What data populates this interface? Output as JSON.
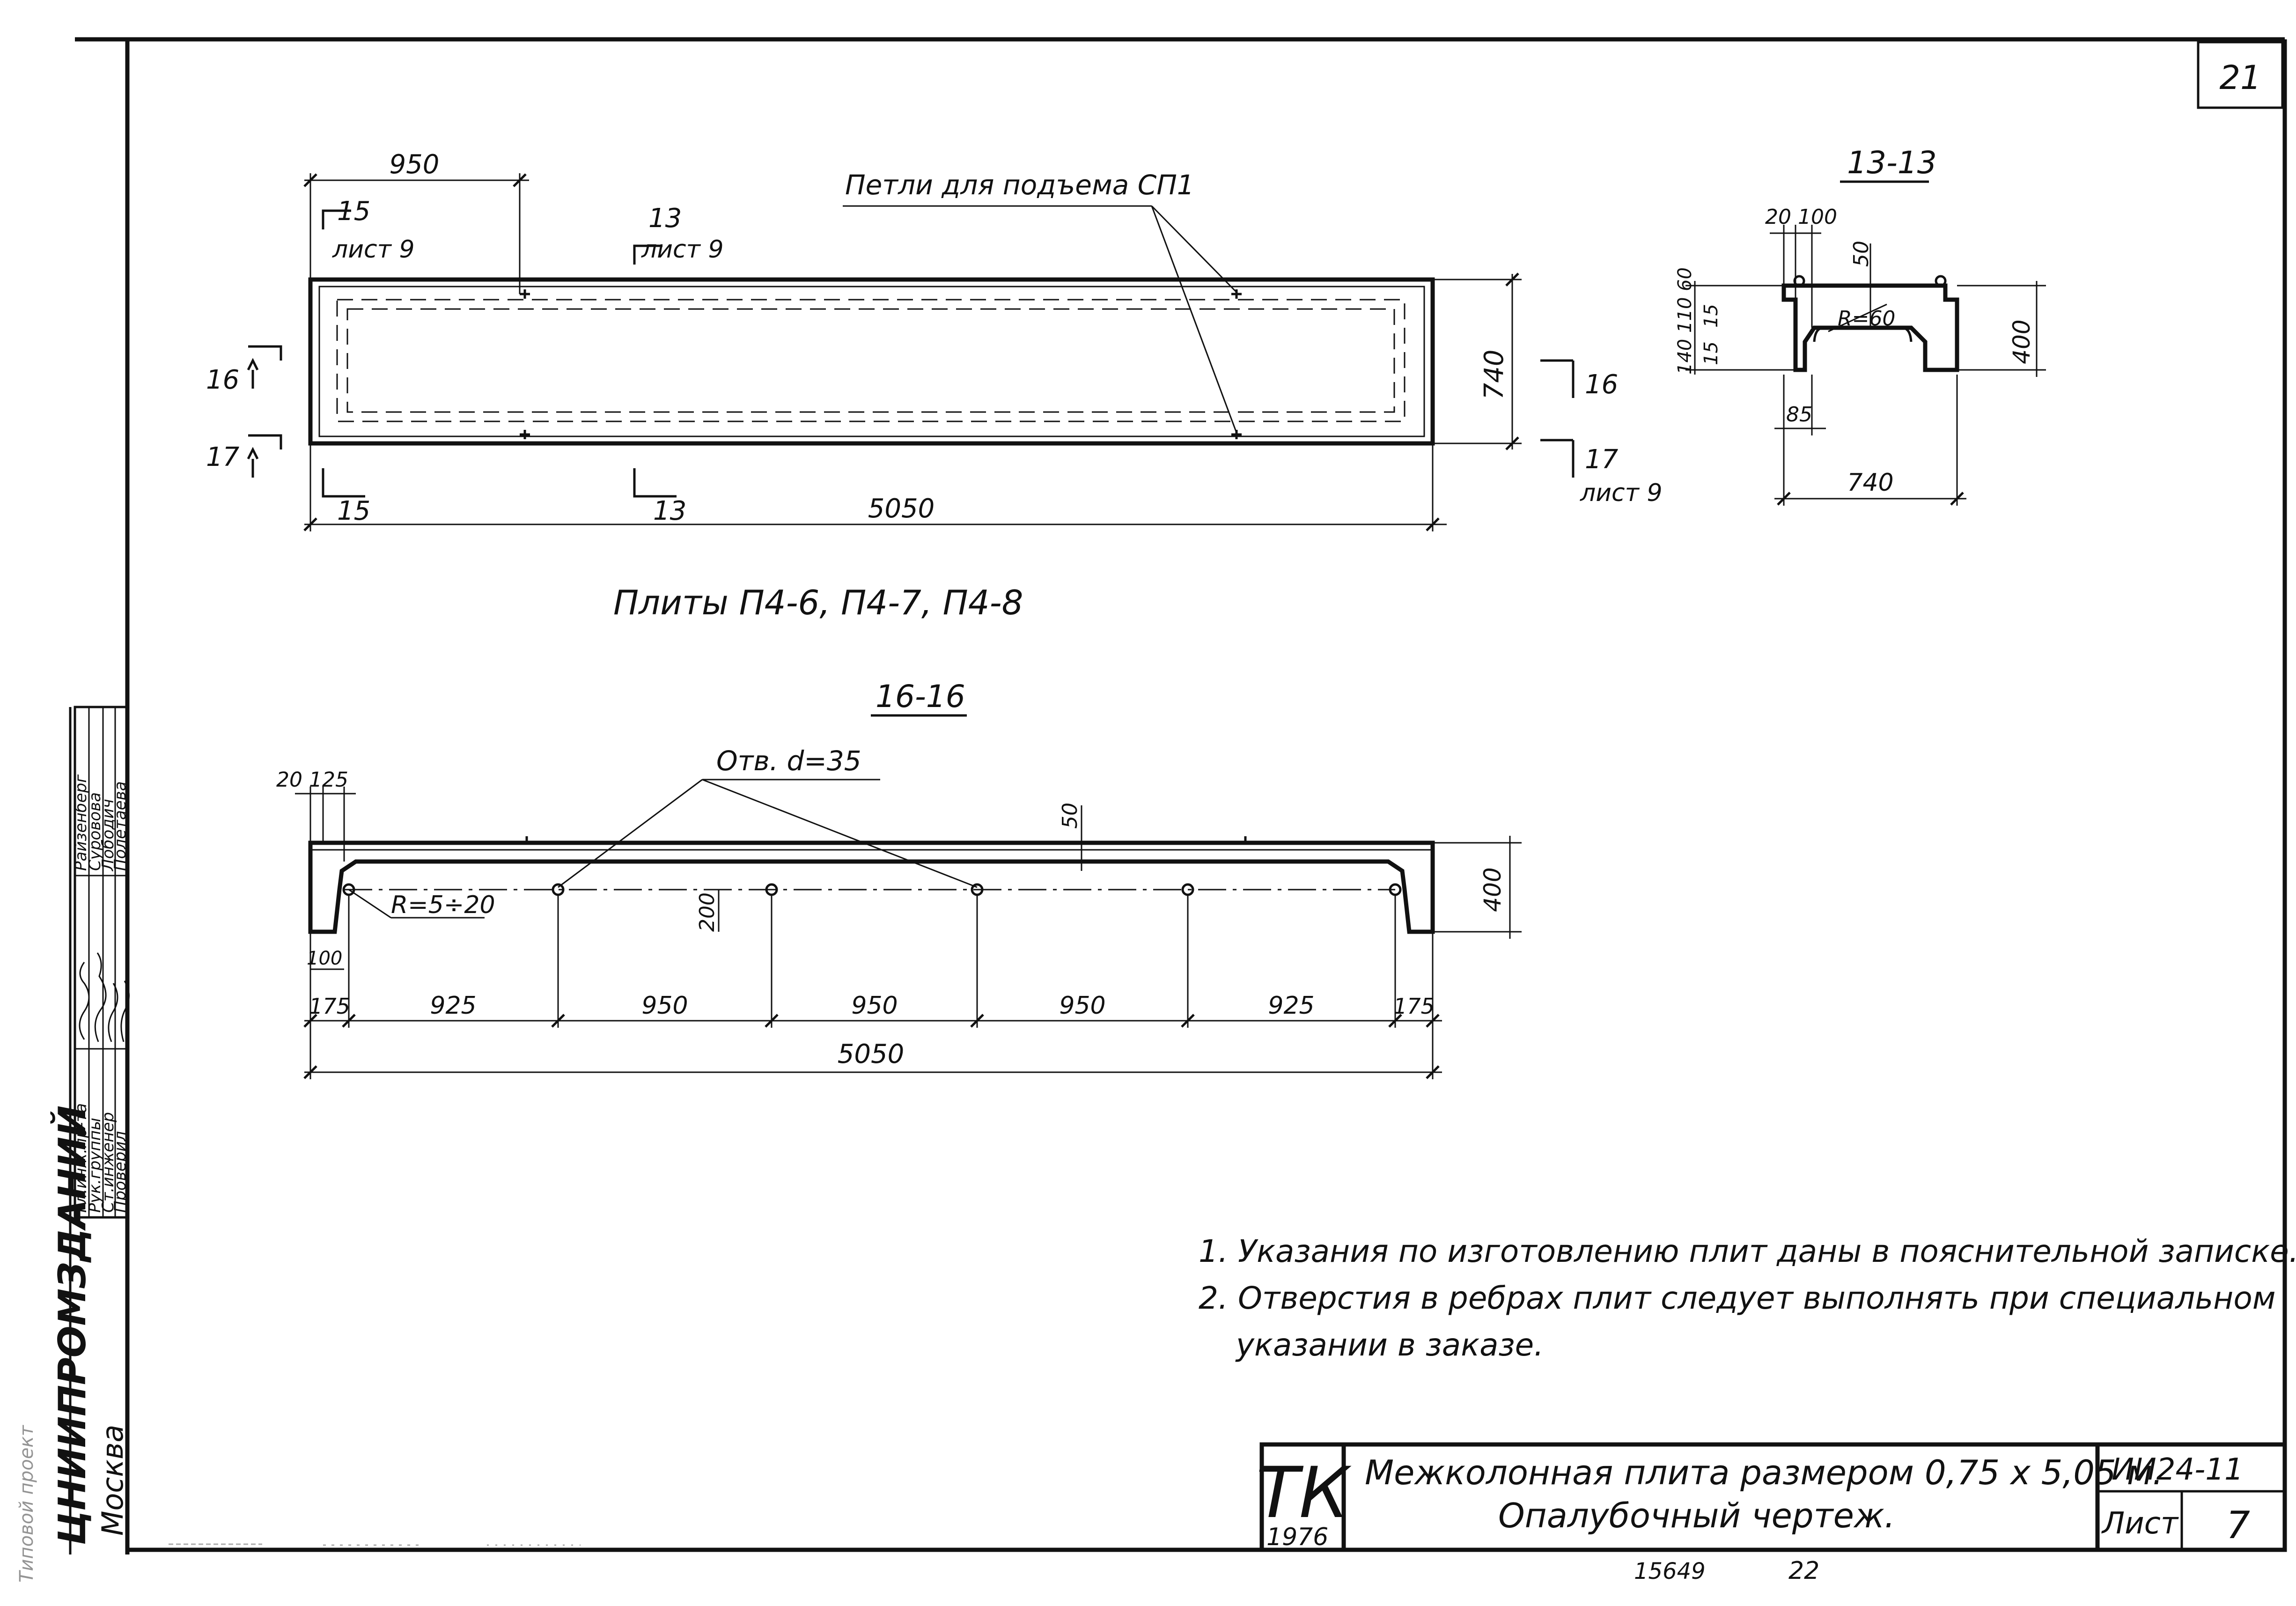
{
  "sheet_number": "21",
  "plan": {
    "width_label": "950",
    "length_label": "5050",
    "height_label": "740",
    "loops_label": "Петли для подъема СП1",
    "cut15_top_number": "15",
    "cut15_top_sheet": "лист 9",
    "cut13_top_number": "13",
    "cut13_top_sheet": "лист 9",
    "cut15_bottom": "15",
    "cut13_bottom": "13",
    "cut16_left": "16",
    "cut17_left": "17",
    "cut16_right": "16",
    "cut17_right": "17",
    "cut17_right_sheet": "лист 9"
  },
  "plates_caption": "Плиты П4-6, П4-7, П4-8",
  "section13": {
    "title": "13-13",
    "dim_top": "20 100",
    "dim_50": "50",
    "dim_left": "140 110 60",
    "dim_15a": "15",
    "dim_15b": "15",
    "radius": "R=60",
    "height": "400",
    "dim_85": "85",
    "width": "740"
  },
  "section16": {
    "title": "16-16",
    "dim_top_left": "20 125",
    "hole_label": "Отв. d=35",
    "dim_50": "50",
    "height": "400",
    "radius": "R=5÷20",
    "dim_200": "200",
    "dim_100": "100",
    "spans": [
      "175",
      "925",
      "950",
      "950",
      "950",
      "925",
      "175"
    ],
    "total": "5050"
  },
  "notes": [
    "1. Указания по изготовлению плит даны в пояснительной записке.",
    "2. Отверстия в ребрах плит следует выполнять при специальном",
    "указании в заказе."
  ],
  "sidebar": {
    "org": "ЦНИИПРОМЗДАНИЙ",
    "city": "Москва",
    "roles": [
      "Гл.инж.пр-та",
      "Рук.группы",
      "Ст.инженер",
      "Проверил"
    ],
    "names": [
      "Райзенберг",
      "Суровова",
      "Лободич",
      "Полетаева"
    ],
    "faded_text": "Типовой проект"
  },
  "title_block": {
    "logo": "ТК",
    "year": "1976",
    "title_line1": "Межколонная плита размером 0,75 х 5,05 м.",
    "title_line2": "Опалубочный чертеж.",
    "series": "ИИ24-11",
    "sheet_label": "Лист",
    "sheet_value": "7"
  },
  "footer": {
    "number": "15649",
    "page": "22"
  }
}
